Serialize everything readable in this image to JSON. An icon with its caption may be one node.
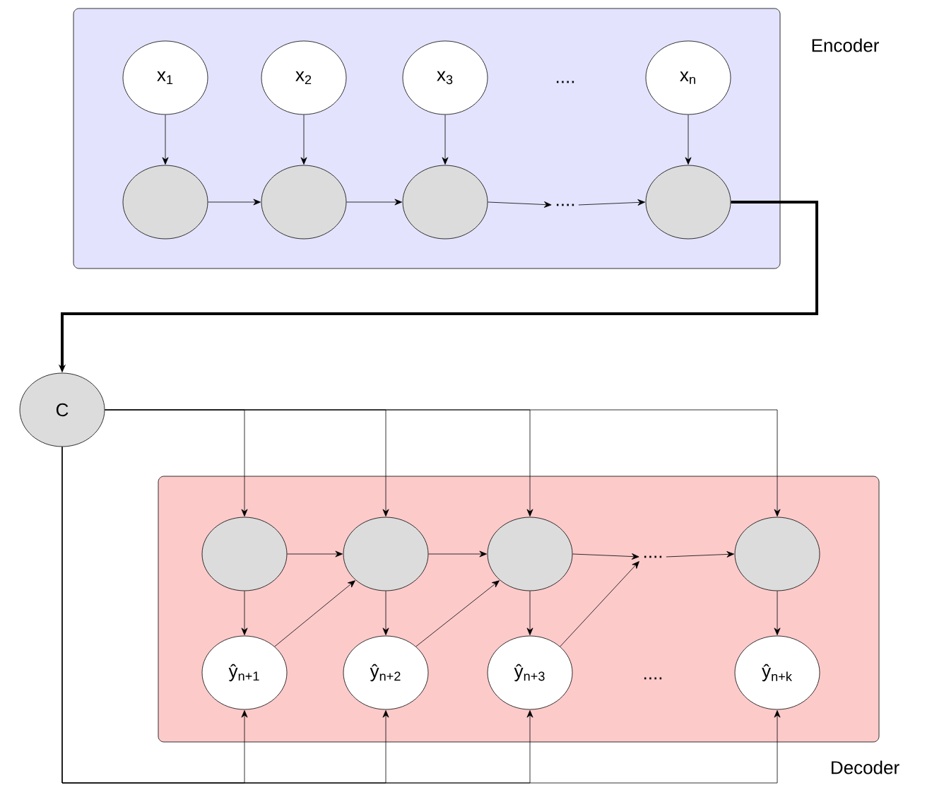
{
  "diagram": {
    "nodes": [
      {
        "text": [
          "Encoder"
        ]
      },
      {
        "text": [
          "x$_{1}$"
        ],
        "in": 0
      },
      {
        "text": [
          "x$_{2}$"
        ],
        "in": 0
      },
      {
        "text": [
          "x$_{3}$"
        ],
        "in": 0
      },
      {
        "text": [
          "x$_{n}$"
        ],
        "in": 0
      },
      {
        "text": [],
        "shape": "circle",
        "in": 0
      },
      {
        "text": [],
        "shape": "circle",
        "in": 0
      },
      {
        "text": [],
        "shape": "circle",
        "in": 0
      },
      {
        "text": [
          "...."
        ],
        "in": 0
      },
      {
        "text": [],
        "shape": "circle",
        "in": 0
      },
      {
        "text": [
          "C"
        ]
      },
      {
        "text": [
          "Decoder"
        ]
      },
      {
        "text": [],
        "shape": "circle",
        "in": 11
      },
      {
        "text": [],
        "shape": "circle",
        "in": 11
      },
      {
        "text": [],
        "shape": "circle",
        "in": 11
      },
      {
        "text": [
          "...."
        ],
        "in": 11
      },
      {
        "text": [],
        "shape": "circle",
        "in": 11
      },
      {
        "text": [
          "ŷ$_{n+1}$"
        ],
        "in": 11
      },
      {
        "text": [
          "ŷ$_{n+2}$"
        ],
        "in": 11
      },
      {
        "text": [
          "ŷ$_{n+3}$"
        ],
        "in": 11
      },
      {
        "text": [
          "ŷ$_{n+k}$"
        ],
        "in": 11
      }
    ],
    "edges": [
      {
        "from": 1,
        "to": 5,
        "arrow": "to"
      },
      {
        "from": 2,
        "to": 6,
        "arrow": "to"
      },
      {
        "from": 3,
        "to": 7,
        "arrow": "to"
      },
      {
        "from": 4,
        "to": 9,
        "arrow": "to"
      },
      {
        "from": 5,
        "to": 6,
        "arrow": "to"
      },
      {
        "from": 6,
        "to": 7,
        "arrow": "to"
      },
      {
        "from": 7,
        "to": 8,
        "arrow": "to"
      },
      {
        "from": 8,
        "to": 9,
        "arrow": "to"
      },
      {
        "from": 9,
        "to": 10,
        "arrow": "to",
        "style": "thick"
      },
      {
        "from": 10,
        "to": 12,
        "arrow": "to"
      },
      {
        "from": 10,
        "to": 13,
        "arrow": "to"
      },
      {
        "from": 10,
        "to": 14,
        "arrow": "to"
      },
      {
        "from": 10,
        "to": 16,
        "arrow": "to"
      },
      {
        "from": 12,
        "to": 13,
        "arrow": "to"
      },
      {
        "from": 13,
        "to": 14,
        "arrow": "to"
      },
      {
        "from": 14,
        "to": 15,
        "arrow": "to"
      },
      {
        "from": 15,
        "to": 16,
        "arrow": "to"
      },
      {
        "from": 12,
        "to": 17,
        "arrow": "to"
      },
      {
        "from": 13,
        "to": 18,
        "arrow": "to"
      },
      {
        "from": 14,
        "to": 19,
        "arrow": "to"
      },
      {
        "from": 16,
        "to": 20,
        "arrow": "to"
      },
      {
        "from": 17,
        "to": 13,
        "arrow": "to"
      },
      {
        "from": 18,
        "to": 14,
        "arrow": "to"
      },
      {
        "from": 19,
        "to": 15,
        "arrow": "to"
      },
      {
        "from": 10,
        "to": 17,
        "arrow": "to"
      },
      {
        "from": 10,
        "to": 18,
        "arrow": "to"
      },
      {
        "from": 10,
        "to": 19,
        "arrow": "to"
      },
      {
        "from": 10,
        "to": 20,
        "arrow": "to"
      }
    ],
    "labels": [
      "....",
      "...."
    ]
  }
}
